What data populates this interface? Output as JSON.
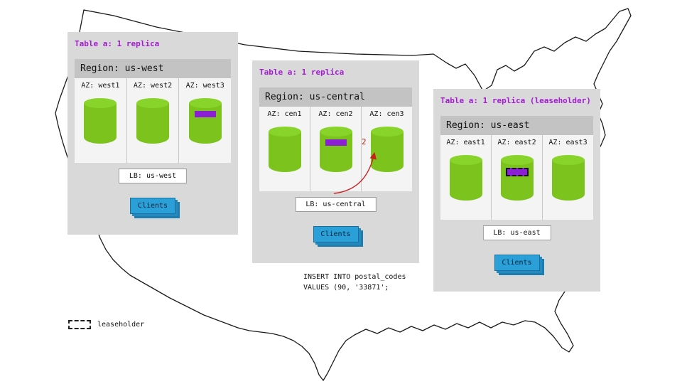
{
  "colors": {
    "panel_bg": "#d9d9d9",
    "region_bar_bg": "#c3c3c3",
    "az_bg": "#f4f4f4",
    "header_purple": "#a51ad4",
    "cylinder_green": "#7cc41d",
    "replica_purple": "#8b1fd3",
    "clients_blue": "#2b9fd8",
    "arrow_red": "#cc2020"
  },
  "regions": [
    {
      "name": "us-west",
      "table_header": "Table a: 1 replica",
      "region_title": "Region: us-west",
      "azs": [
        {
          "label": "AZ: west1",
          "has_replica": false,
          "is_leaseholder": false
        },
        {
          "label": "AZ: west2",
          "has_replica": false,
          "is_leaseholder": false
        },
        {
          "label": "AZ: west3",
          "has_replica": true,
          "is_leaseholder": false
        }
      ],
      "lb_label": "LB: us-west",
      "clients_label": "Clients"
    },
    {
      "name": "us-central",
      "table_header": "Table a: 1 replica",
      "region_title": "Region: us-central",
      "azs": [
        {
          "label": "AZ: cen1",
          "has_replica": false,
          "is_leaseholder": false
        },
        {
          "label": "AZ: cen2",
          "has_replica": true,
          "is_leaseholder": false
        },
        {
          "label": "AZ: cen3",
          "has_replica": false,
          "is_leaseholder": false
        }
      ],
      "lb_label": "LB: us-central",
      "clients_label": "Clients"
    },
    {
      "name": "us-east",
      "table_header": "Table a: 1 replica (leaseholder)",
      "region_title": "Region: us-east",
      "azs": [
        {
          "label": "AZ: east1",
          "has_replica": false,
          "is_leaseholder": false
        },
        {
          "label": "AZ: east2",
          "has_replica": true,
          "is_leaseholder": true
        },
        {
          "label": "AZ: east3",
          "has_replica": false,
          "is_leaseholder": false
        }
      ],
      "lb_label": "LB: us-east",
      "clients_label": "Clients"
    }
  ],
  "arrow": {
    "label": "2"
  },
  "query": {
    "lines": [
      "INSERT INTO postal_codes",
      "VALUES (90, '33871';"
    ]
  },
  "legend": {
    "label": "leaseholder"
  }
}
